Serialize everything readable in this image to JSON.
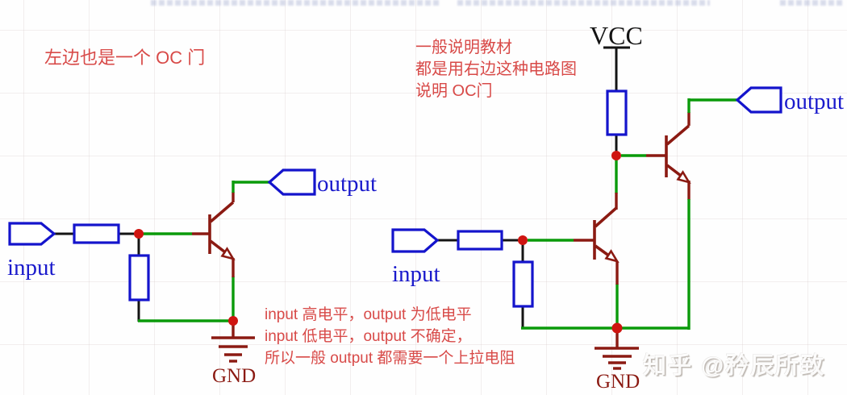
{
  "colors": {
    "component_blue": "#1414cc",
    "wire_green": "#0a9a0a",
    "transistor_maroon": "#8b1a12",
    "junction_red": "#cf1410",
    "wire_black": "#141414",
    "annotation_red": "#d84a48",
    "label_blue": "#1a1acc",
    "gnd_maroon": "#8b1a12",
    "watermark_gray": "#d9d4d0"
  },
  "annotations": {
    "left_note": "左边也是一个 OC 门",
    "right_note_line1": "一般说明教材",
    "right_note_line2": "都是用右边这种电路图",
    "right_note_line3": "说明 OC门",
    "bottom_note_line1": "input 高电平，output 为低电平",
    "bottom_note_line2": "input 低电平，output 不确定，",
    "bottom_note_line3": "所以一般 output 都需要一个上拉电阻"
  },
  "left_circuit": {
    "input_label": "input",
    "output_label": "output",
    "gnd_label": "GND"
  },
  "right_circuit": {
    "input_label": "input",
    "output_label": "output",
    "vcc_label": "VCC",
    "gnd_label": "GND"
  },
  "watermark": {
    "text": "知乎 @矜辰所致"
  }
}
